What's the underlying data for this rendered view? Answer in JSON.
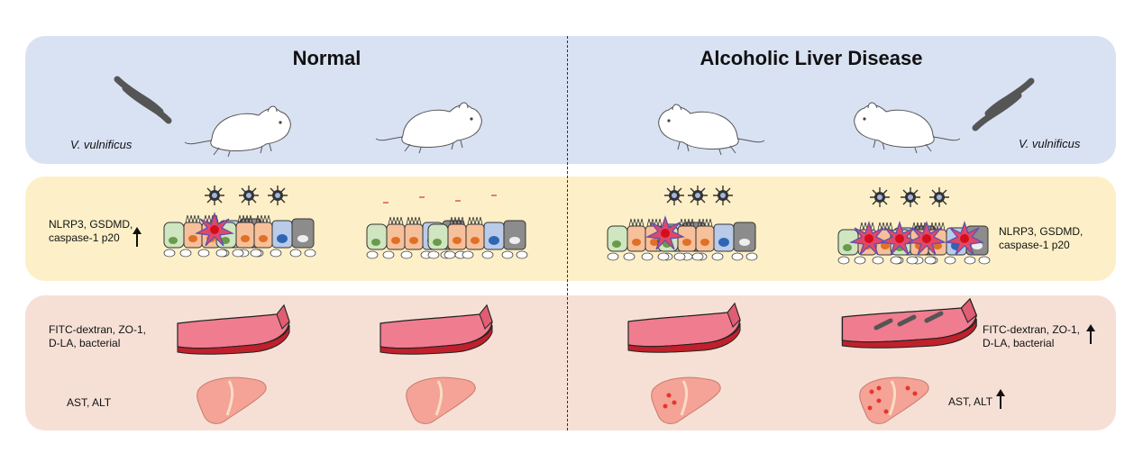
{
  "titles": {
    "left": "Normal",
    "right": "Alcoholic Liver Disease"
  },
  "top_row": {
    "bacteria_label_left": "V. vulnificus",
    "bacteria_label_right": "V. vulnificus"
  },
  "middle_row": {
    "left_label_line1": "NLRP3, GSDMD,",
    "left_label_line2": "caspase-1 p20",
    "right_label_line1": "NLRP3, GSDMD,",
    "right_label_line2": "caspase-1 p20"
  },
  "bottom_row": {
    "left_gut_label_line1": "FITC-dextran,  ZO-1,",
    "left_gut_label_line2": "D-LA, bacterial",
    "right_gut_label_line1": "FITC-dextran,  ZO-1,",
    "right_gut_label_line2": "D-LA, bacterial",
    "left_liver_label": "AST, ALT",
    "right_liver_label": "AST, ALT"
  },
  "colors": {
    "top_panel": "#d9e2f3",
    "middle_panel": "#fdf0c8",
    "bottom_panel": "#f6e0d6",
    "gut": "#f07c8f",
    "gut_dark": "#c0202b",
    "liver": "#f4a396",
    "lesion": "#e8352b"
  }
}
